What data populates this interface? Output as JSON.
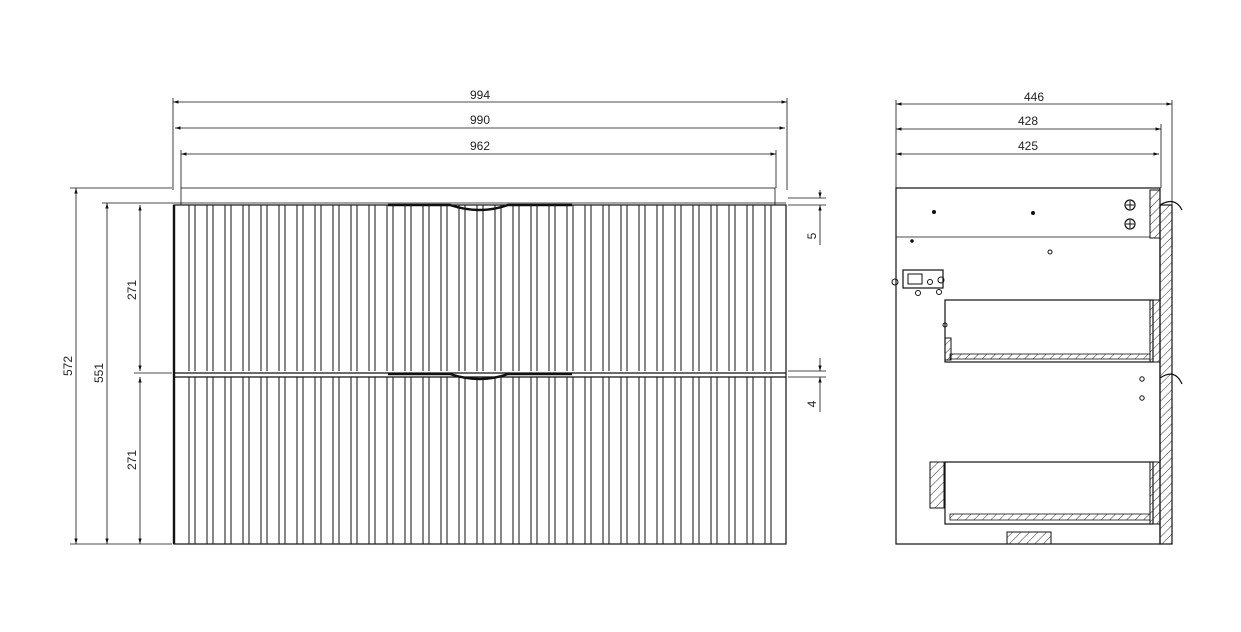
{
  "front_view": {
    "overall_width_top": "994",
    "carcass_width": "990",
    "front_width": "962",
    "overall_height": "572",
    "front_height": "551",
    "drawer_top_height": "271",
    "drawer_bottom_height": "271",
    "top_gap": "5",
    "mid_gap": "4"
  },
  "side_view": {
    "overall_depth": "446",
    "carcass_depth": "428",
    "inner_depth": "425"
  }
}
